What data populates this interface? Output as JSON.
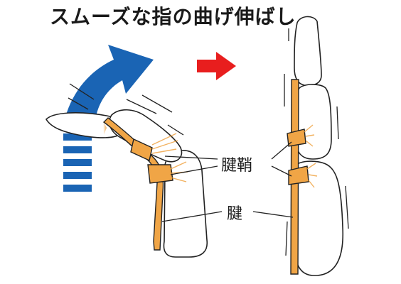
{
  "title": "スムーズな指の曲げ伸ばし",
  "labels": {
    "tendon_sheath": "腱鞘",
    "tendon": "腱"
  },
  "colors": {
    "motion_arrow": "#1a64b4",
    "transition_arrow": "#e81e1e",
    "tendon": "#f0a546",
    "outline": "#222222"
  },
  "icons": {
    "motion": "curved-arrow-icon",
    "transition": "right-arrow-icon"
  }
}
